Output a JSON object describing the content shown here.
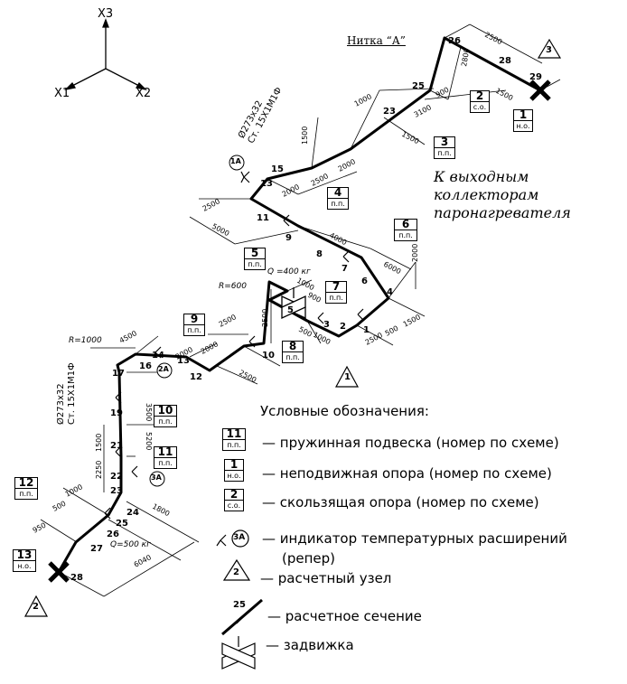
{
  "axes": {
    "x1": "X1",
    "x2": "X2",
    "x3": "X3"
  },
  "thread_title": "Нитка “А”",
  "caption": [
    "К выходным",
    "коллекторам",
    "паронагревателя"
  ],
  "pipe_specs": {
    "upper": [
      "Ø273x32",
      "Ст. 15Х1М1Ф"
    ],
    "lower": [
      "Ø273x32",
      "Ст. 15Х1М1Ф"
    ]
  },
  "radius_labels": {
    "r600": "R=600",
    "r1000": "R=1000"
  },
  "loads": {
    "q400": "Q =400 кг",
    "q500": "Q=500 кг"
  },
  "dimensions": [
    "2500",
    "2800",
    "1500",
    "900",
    "3100",
    "1500",
    "1000",
    "1500",
    "2000",
    "2500",
    "2000",
    "2500",
    "5000",
    "4000",
    "6000",
    "2000",
    "1500",
    "500",
    "1000",
    "900",
    "1000",
    "500",
    "2500",
    "2000",
    "2500",
    "2000",
    "2500",
    "4500",
    "3500",
    "5200",
    "1500",
    "2250",
    "1000",
    "500",
    "950",
    "1800",
    "6040"
  ],
  "sections": [
    "1",
    "2",
    "3",
    "4",
    "5",
    "6",
    "7",
    "8",
    "9",
    "10",
    "11",
    "12",
    "13",
    "14",
    "15",
    "16",
    "17",
    "19",
    "21",
    "22",
    "23",
    "24",
    "25",
    "26",
    "27",
    "28",
    "23",
    "25",
    "26",
    "28",
    "29"
  ],
  "supports": [
    {
      "num": "1",
      "type": "н.о."
    },
    {
      "num": "2",
      "type": "с.о."
    },
    {
      "num": "3",
      "type": "п.п."
    },
    {
      "num": "4",
      "type": "п.п."
    },
    {
      "num": "5",
      "type": "п.п."
    },
    {
      "num": "6",
      "type": "п.п."
    },
    {
      "num": "7",
      "type": "п.п."
    },
    {
      "num": "8",
      "type": "п.п."
    },
    {
      "num": "9",
      "type": "п.п."
    },
    {
      "num": "10",
      "type": "п.п."
    },
    {
      "num": "11",
      "type": "п.п."
    },
    {
      "num": "12",
      "type": "п.п."
    },
    {
      "num": "13",
      "type": "н.о."
    }
  ],
  "nodes": [
    "1",
    "2",
    "3"
  ],
  "indicators": [
    "1А",
    "2А",
    "3А"
  ],
  "legend": {
    "title": "Условные обозначения:",
    "items": [
      {
        "symbol": "11",
        "sub": "п.п.",
        "text": "— пружинная подвеска (номер по схеме)"
      },
      {
        "symbol": "1",
        "sub": "н.о.",
        "text": "— неподвижная опора (номер по схеме)"
      },
      {
        "symbol": "2",
        "sub": "с.о.",
        "text": "— скользящая опора (номер по схеме)"
      },
      {
        "symbol": "3А",
        "sub": "",
        "text": "— индикатор температурных расширений"
      },
      {
        "symbol": "",
        "sub": "",
        "text": "(репер)"
      },
      {
        "symbol": "2",
        "sub": "",
        "text": "— расчетный узел"
      },
      {
        "symbol": "25",
        "sub": "",
        "text": "— расчетное сечение"
      },
      {
        "symbol": "",
        "sub": "",
        "text": "— задвижка"
      }
    ]
  }
}
